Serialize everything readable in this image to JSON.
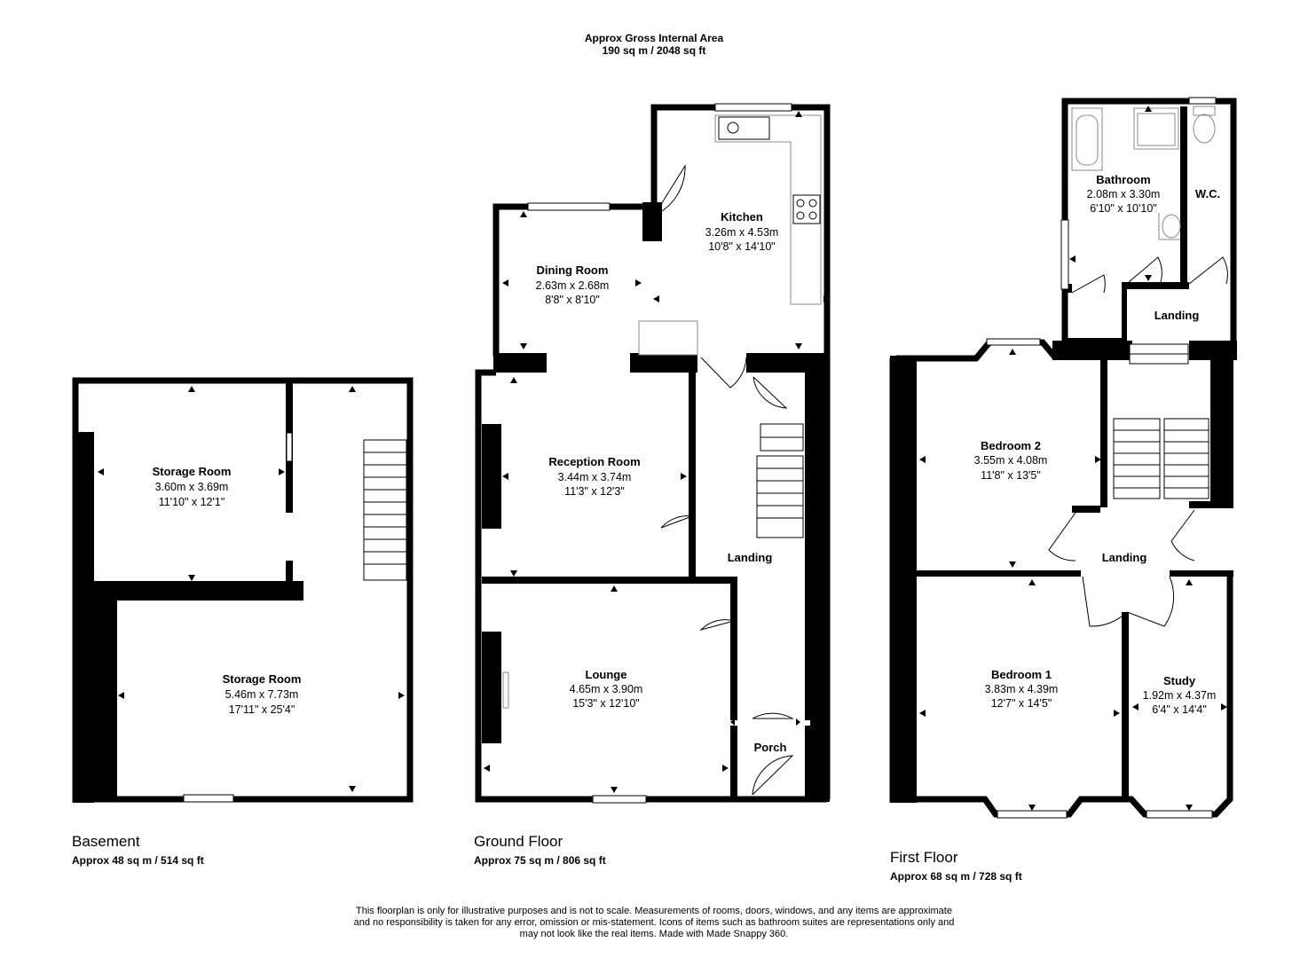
{
  "header": {
    "line1": "Approx Gross Internal Area",
    "line2": "190 sq m / 2048 sq ft"
  },
  "floors": [
    {
      "name": "Basement",
      "area": "Approx 48 sq m / 514 sq ft"
    },
    {
      "name": "Ground Floor",
      "area": "Approx 75 sq m / 806 sq ft"
    },
    {
      "name": "First Floor",
      "area": "Approx 68 sq m / 728 sq ft"
    }
  ],
  "rooms": {
    "storage_room_upper": {
      "name": "Storage Room",
      "metric": "3.60m x 3.69m",
      "imperial": "11'10\" x 12'1\""
    },
    "storage_room_lower": {
      "name": "Storage Room",
      "metric": "5.46m x 7.73m",
      "imperial": "17'11\" x 25'4\""
    },
    "kitchen": {
      "name": "Kitchen",
      "metric": "3.26m x 4.53m",
      "imperial": "10'8\" x 14'10\""
    },
    "dining_room": {
      "name": "Dining Room",
      "metric": "2.63m x 2.68m",
      "imperial": "8'8\" x 8'10\""
    },
    "reception_room": {
      "name": "Reception Room",
      "metric": "3.44m x 3.74m",
      "imperial": "11'3\" x 12'3\""
    },
    "lounge": {
      "name": "Lounge",
      "metric": "4.65m x 3.90m",
      "imperial": "15'3\" x 12'10\""
    },
    "ground_landing": {
      "name": "Landing"
    },
    "porch": {
      "name": "Porch"
    },
    "bathroom": {
      "name": "Bathroom",
      "metric": "2.08m x 3.30m",
      "imperial": "6'10\" x 10'10\""
    },
    "wc": {
      "name": "W.C."
    },
    "upper_landing": {
      "name": "Landing"
    },
    "bedroom_2": {
      "name": "Bedroom 2",
      "metric": "3.55m x 4.08m",
      "imperial": "11'8\" x 13'5\""
    },
    "first_landing": {
      "name": "Landing"
    },
    "bedroom_1": {
      "name": "Bedroom 1",
      "metric": "3.83m x 4.39m",
      "imperial": "12'7\" x 14'5\""
    },
    "study": {
      "name": "Study",
      "metric": "1.92m x 4.37m",
      "imperial": "6'4\" x 14'4\""
    }
  },
  "disclaimer": {
    "line1": "This floorplan is only for illustrative purposes and is not to scale. Measurements of rooms, doors, windows, and any items are approximate",
    "line2": "and no responsibility is taken for any error, omission or mis-statement. Icons of items such as bathroom suites are representations only and",
    "line3": "may not look like the real items. Made with Made Snappy 360."
  },
  "colors": {
    "wall": "#000000",
    "background": "#ffffff",
    "fixture": "#888888"
  }
}
